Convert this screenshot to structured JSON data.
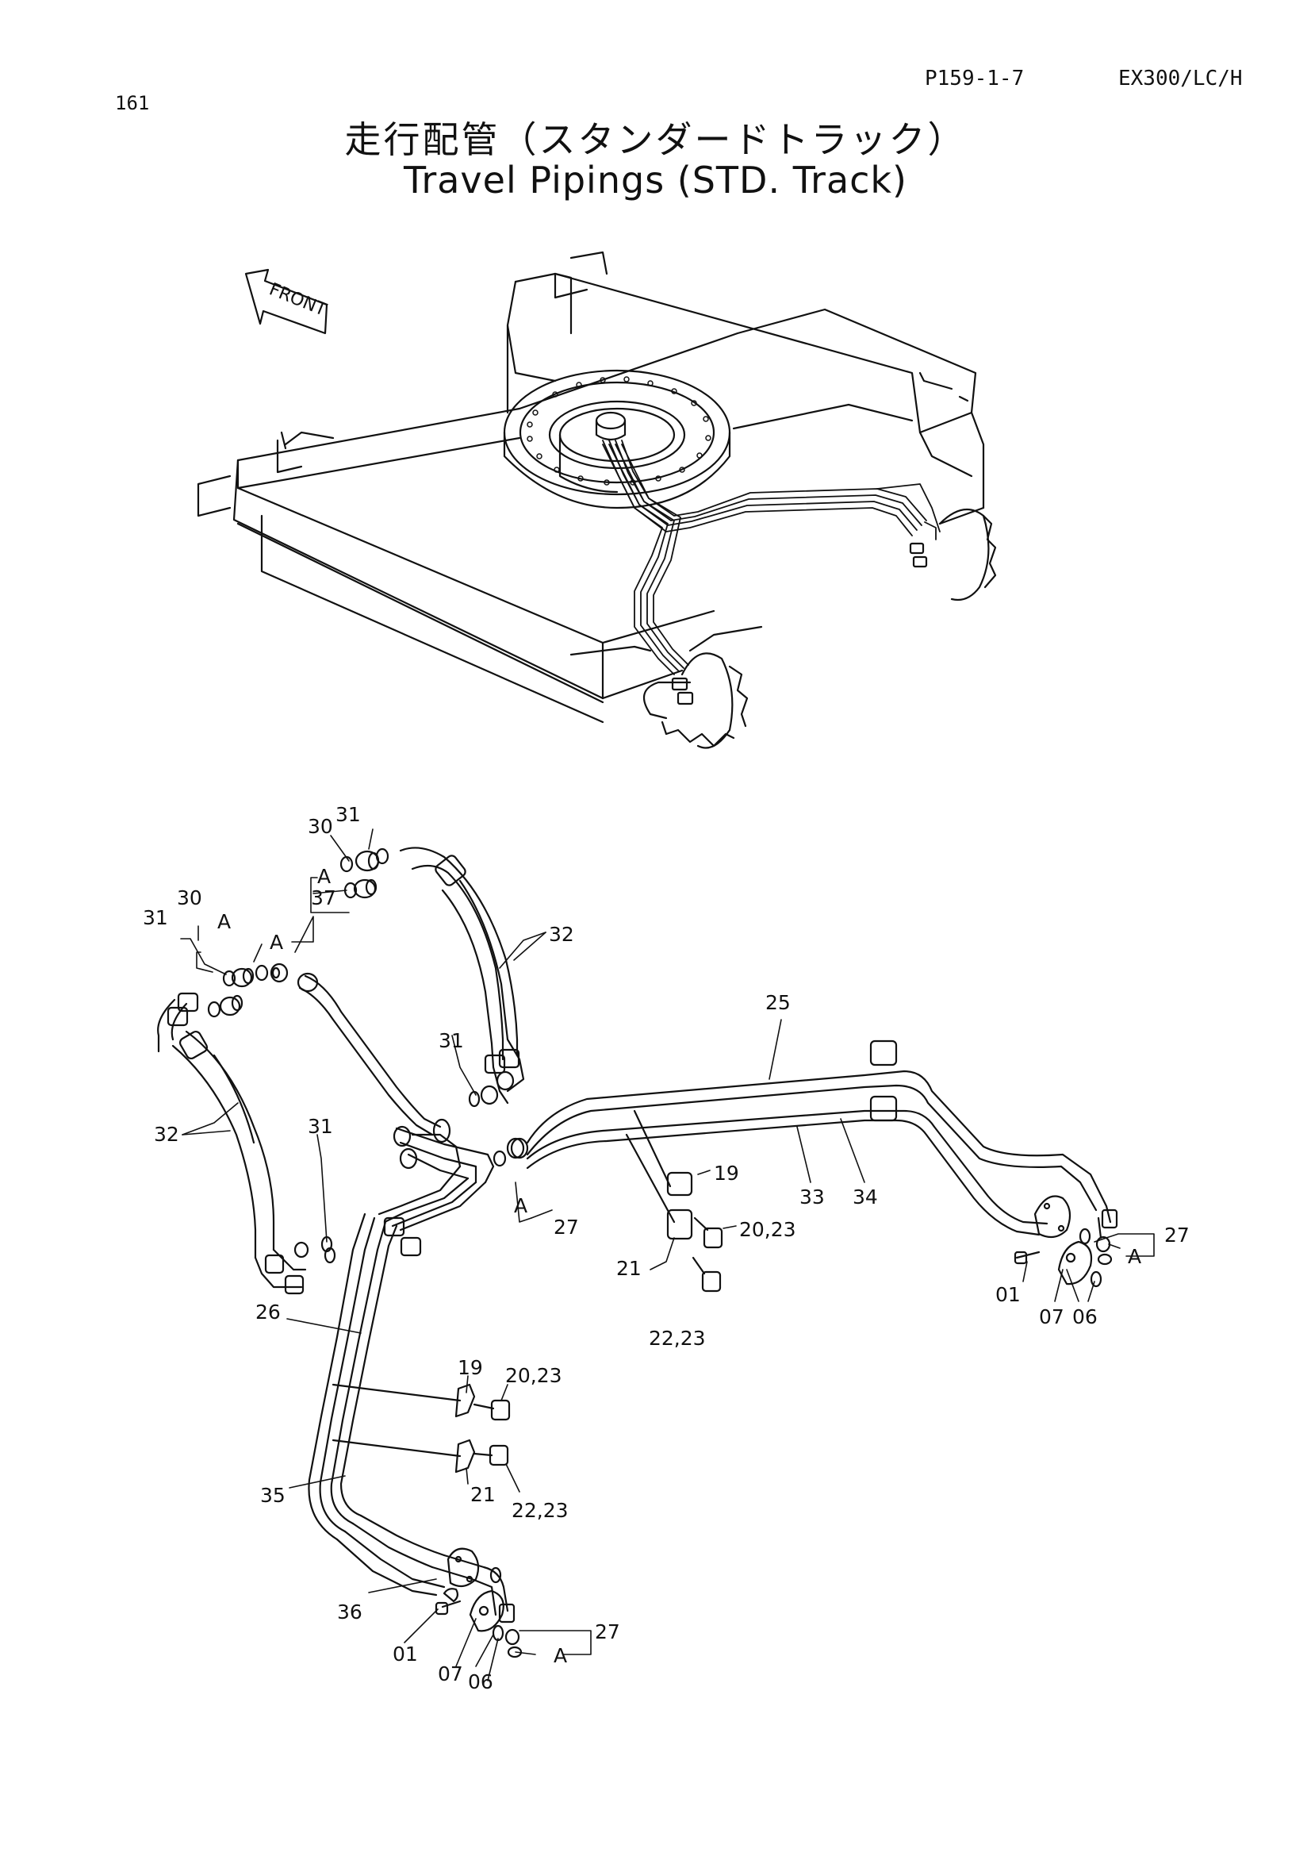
{
  "page": {
    "number": "161",
    "ref": "P159-1-7",
    "model": "EX300/LC/H"
  },
  "title": {
    "japanese": "走行配管（スタンダードトラック）",
    "english": "Travel Pipings (STD. Track)"
  },
  "overview": {
    "front_marker": "FRONT"
  },
  "callouts": [
    {
      "id": "c-30-top",
      "text": "30"
    },
    {
      "id": "c-31-top",
      "text": "31"
    },
    {
      "id": "c-a-top",
      "text": "A"
    },
    {
      "id": "c-37",
      "text": "37"
    },
    {
      "id": "c-30-left",
      "text": "30"
    },
    {
      "id": "c-31-left",
      "text": "31"
    },
    {
      "id": "c-a-left",
      "text": "A"
    },
    {
      "id": "c-a-mid",
      "text": "A"
    },
    {
      "id": "c-32-right",
      "text": "32"
    },
    {
      "id": "c-32-left",
      "text": "32"
    },
    {
      "id": "c-31-center",
      "text": "31"
    },
    {
      "id": "c-31-lower",
      "text": "31"
    },
    {
      "id": "c-25",
      "text": "25"
    },
    {
      "id": "c-a-center",
      "text": "A"
    },
    {
      "id": "c-27-center",
      "text": "27"
    },
    {
      "id": "c-19-center",
      "text": "19"
    },
    {
      "id": "c-20-23-center",
      "text": "20,23"
    },
    {
      "id": "c-21-center",
      "text": "21"
    },
    {
      "id": "c-22-23-center",
      "text": "22,23"
    },
    {
      "id": "c-33",
      "text": "33"
    },
    {
      "id": "c-34",
      "text": "34"
    },
    {
      "id": "c-27-right",
      "text": "27"
    },
    {
      "id": "c-a-right",
      "text": "A"
    },
    {
      "id": "c-01-right",
      "text": "01"
    },
    {
      "id": "c-07-right",
      "text": "07"
    },
    {
      "id": "c-06-right",
      "text": "06"
    },
    {
      "id": "c-26",
      "text": "26"
    },
    {
      "id": "c-19-lower",
      "text": "19"
    },
    {
      "id": "c-20-23-lower",
      "text": "20,23"
    },
    {
      "id": "c-21-lower",
      "text": "21"
    },
    {
      "id": "c-22-23-lower",
      "text": "22,23"
    },
    {
      "id": "c-35",
      "text": "35"
    },
    {
      "id": "c-36",
      "text": "36"
    },
    {
      "id": "c-01-lower",
      "text": "01"
    },
    {
      "id": "c-27-lower",
      "text": "27"
    },
    {
      "id": "c-a-lower",
      "text": "A"
    },
    {
      "id": "c-07-lower",
      "text": "07"
    },
    {
      "id": "c-06-lower",
      "text": "06"
    }
  ]
}
